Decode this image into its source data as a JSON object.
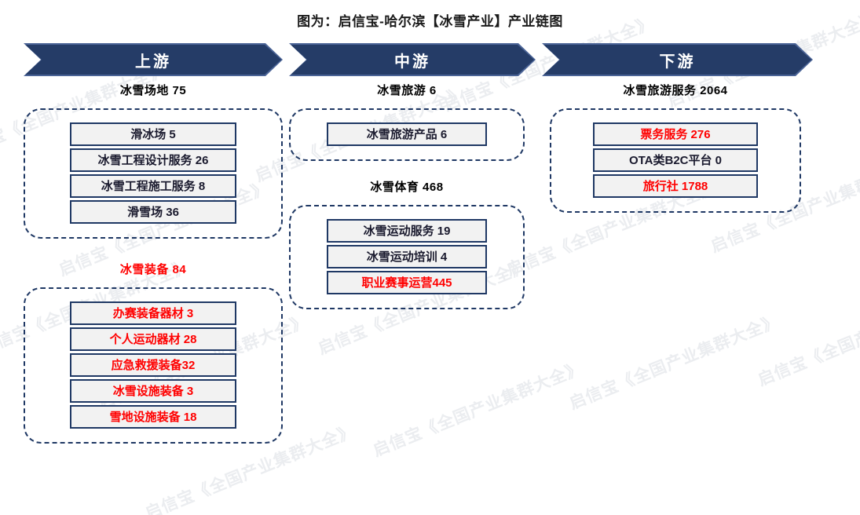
{
  "title": "图为：启信宝-哈尔滨【冰雪产业】产业链图",
  "watermark": "启信宝《全国产业集群大全》",
  "colors": {
    "navy": "#1f3864",
    "chevron_fill": "#253c67",
    "chevron_edge": "#4a6396",
    "node_fill": "#f2f2f2",
    "highlight_red": "#ff0000",
    "text_dark": "#1a1a2e"
  },
  "bands": [
    {
      "label": "上游"
    },
    {
      "label": "中游"
    },
    {
      "label": "下游"
    }
  ],
  "chart_data": {
    "type": "diagram",
    "title": "图为：启信宝-哈尔滨【冰雪产业】产业链图",
    "columns": [
      {
        "stage": "上游",
        "groups": [
          {
            "header": "冰雪场地 75",
            "header_highlight": false,
            "nodes": [
              {
                "label": "滑冰场 5",
                "value": 5,
                "highlight": false
              },
              {
                "label": "冰雪工程设计服务 26",
                "value": 26,
                "highlight": false
              },
              {
                "label": "冰雪工程施工服务 8",
                "value": 8,
                "highlight": false
              },
              {
                "label": "滑雪场 36",
                "value": 36,
                "highlight": false
              }
            ]
          },
          {
            "header": "冰雪装备 84",
            "header_highlight": true,
            "nodes": [
              {
                "label": "办赛装备器材 3",
                "value": 3,
                "highlight": true
              },
              {
                "label": "个人运动器材 28",
                "value": 28,
                "highlight": true
              },
              {
                "label": "应急救援装备32",
                "value": 32,
                "highlight": true
              },
              {
                "label": "冰雪设施装备 3",
                "value": 3,
                "highlight": true
              },
              {
                "label": "雪地设施装备 18",
                "value": 18,
                "highlight": true
              }
            ]
          }
        ]
      },
      {
        "stage": "中游",
        "groups": [
          {
            "header": "冰雪旅游 6",
            "header_highlight": false,
            "nodes": [
              {
                "label": "冰雪旅游产品 6",
                "value": 6,
                "highlight": false
              }
            ]
          },
          {
            "header": "冰雪体育 468",
            "header_highlight": false,
            "nodes": [
              {
                "label": "冰雪运动服务 19",
                "value": 19,
                "highlight": false
              },
              {
                "label": "冰雪运动培训 4",
                "value": 4,
                "highlight": false
              },
              {
                "label": "职业赛事运营445",
                "value": 445,
                "highlight": true
              }
            ]
          }
        ]
      },
      {
        "stage": "下游",
        "groups": [
          {
            "header": "冰雪旅游服务 2064",
            "header_highlight": false,
            "nodes": [
              {
                "label": "票务服务 276",
                "value": 276,
                "highlight": true
              },
              {
                "label": "OTA类B2C平台 0",
                "value": 0,
                "highlight": false
              },
              {
                "label": "旅行社 1788",
                "value": 1788,
                "highlight": true
              }
            ]
          }
        ]
      }
    ]
  }
}
